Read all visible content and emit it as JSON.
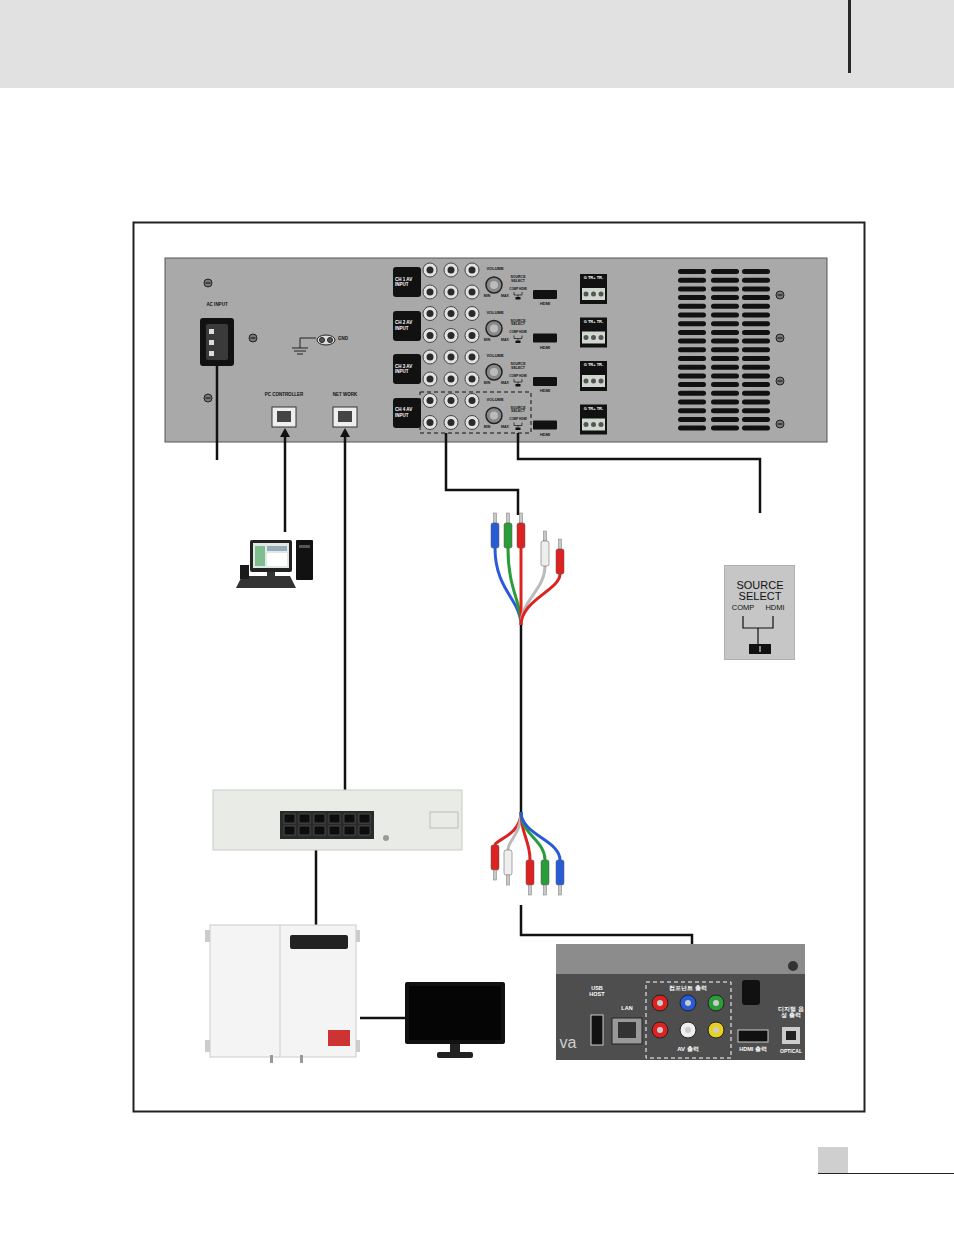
{
  "diagram": {
    "nodes": [
      {
        "text": [
          "CH 1 AV INPUT"
        ]
      },
      {
        "text": [
          "CH 2 AV INPUT"
        ]
      },
      {
        "text": [
          "CH 3 AV INPUT"
        ]
      },
      {
        "text": [
          "CH 4 AV INPUT"
        ]
      },
      {
        "text": [
          "SOURCE SELECT",
          "COMP",
          "HDMI"
        ]
      }
    ],
    "labels": [
      "AC INPUT",
      "GND",
      "PC CONTROLLER",
      "NET WORK",
      "VOLUME",
      "MIN",
      "MAX",
      "SOURCE SELECT",
      "COMP HDMI",
      "HDMI",
      "G TR+ TR-",
      "VOLUME",
      "MIN",
      "MAX",
      "SOURCE SELECT",
      "COMP HDMI",
      "HDMI",
      "G TR+ TR-",
      "VOLUME",
      "MIN",
      "MAX",
      "SOURCE SELECT",
      "COMP HDMI",
      "HDMI",
      "G TR+ TR-",
      "VOLUME",
      "MIN",
      "MAX",
      "SOURCE SELECT",
      "COMP HDMI",
      "HDMI",
      "G TR+ TR-",
      "USB HOST",
      "LAN",
      "컴포넌트 출력",
      "AV 출력",
      "HDMI 출력",
      "디지털 음성 출력",
      "OPTICAL",
      "va"
    ]
  }
}
